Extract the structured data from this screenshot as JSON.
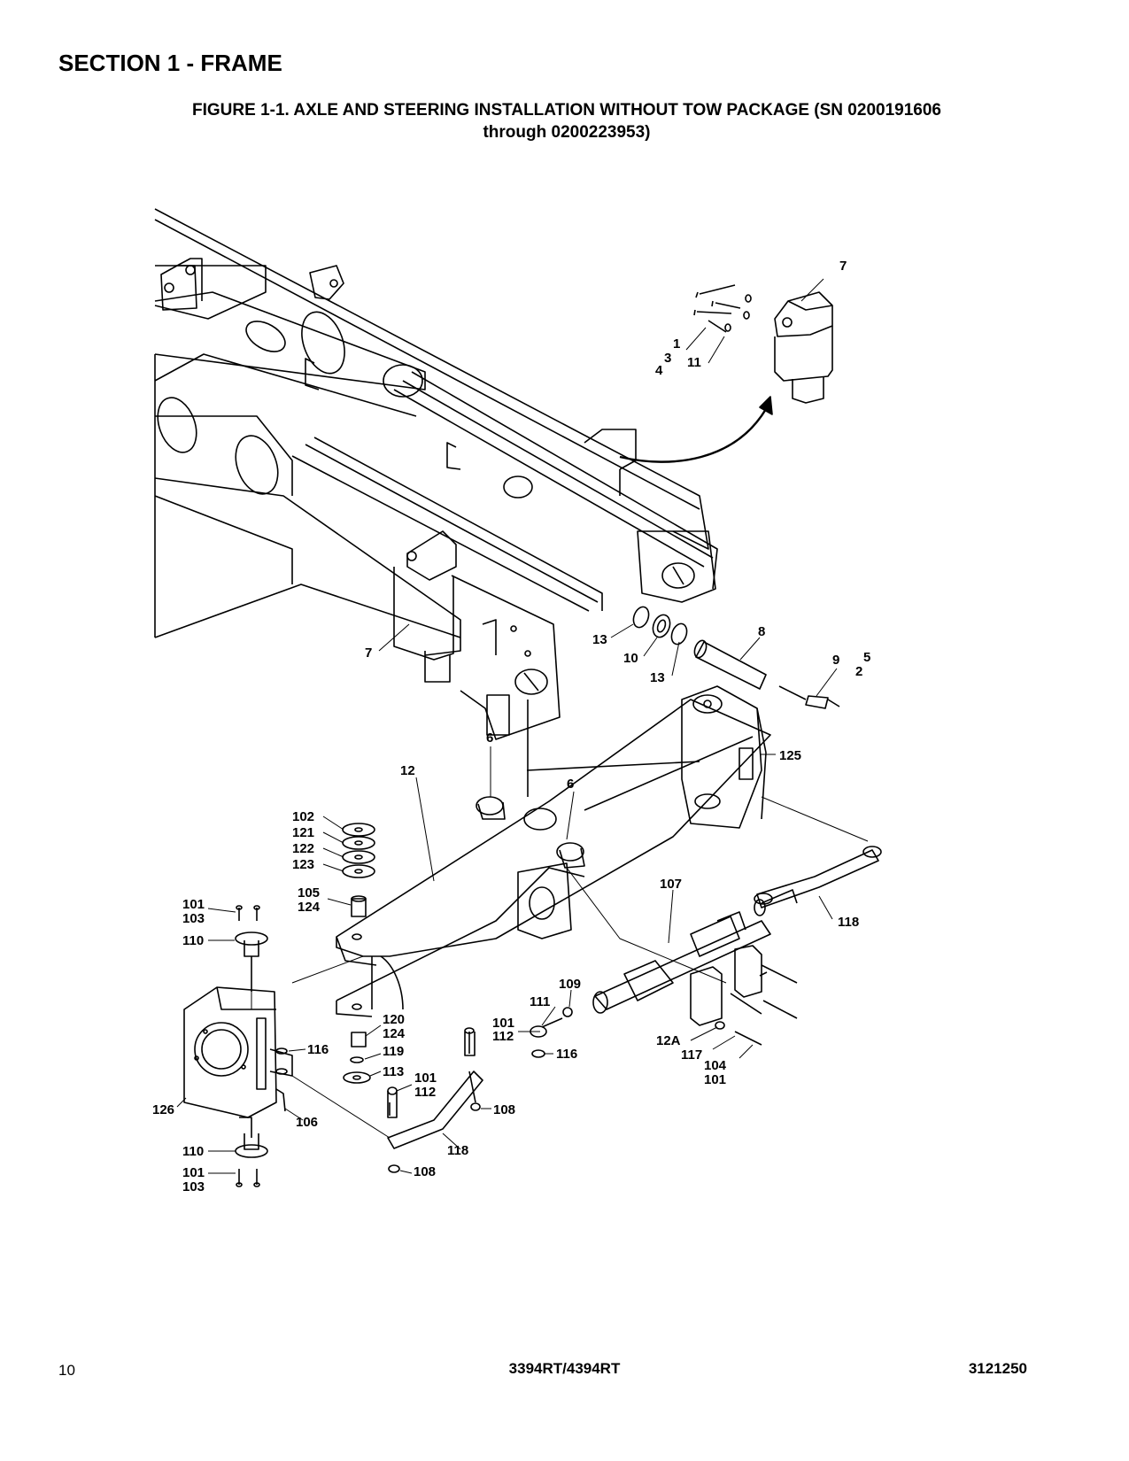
{
  "section_title": "SECTION 1 - FRAME",
  "figure_title": {
    "line1": "FIGURE 1-1. AXLE AND STEERING INSTALLATION WITHOUT TOW PACKAGE (SN 0200191606",
    "line2": "through 0200223953)"
  },
  "callouts": {
    "c7a": "7",
    "c1": "1",
    "c3": "3",
    "c4": "4",
    "c11": "11",
    "c7b": "7",
    "c13a": "13",
    "c10": "10",
    "c13b": "13",
    "c8": "8",
    "c9": "9",
    "c5": "5",
    "c2": "2",
    "c6a": "6",
    "c6b": "6",
    "c12": "12",
    "c125": "125",
    "c102": "102",
    "c121": "121",
    "c122": "122",
    "c123": "123",
    "c105": "105",
    "c124a": "124",
    "c101a": "101",
    "c103a": "103",
    "c110a": "110",
    "c107": "107",
    "c118a": "118",
    "c109": "109",
    "c111": "111",
    "c101b": "101",
    "c112a": "112",
    "c116a": "116",
    "c120": "120",
    "c124b": "124",
    "c119": "119",
    "c113": "113",
    "c116b": "116",
    "c126": "126",
    "c106": "106",
    "c101c": "101",
    "c112b": "112",
    "c108a": "108",
    "c118b": "118",
    "c108b": "108",
    "c12A": "12A",
    "c117": "117",
    "c104": "104",
    "c101d": "101",
    "c110b": "110",
    "c101e": "101",
    "c103b": "103"
  },
  "footer": {
    "page_number": "10",
    "model": "3394RT/4394RT",
    "doc_number": "3121250"
  }
}
